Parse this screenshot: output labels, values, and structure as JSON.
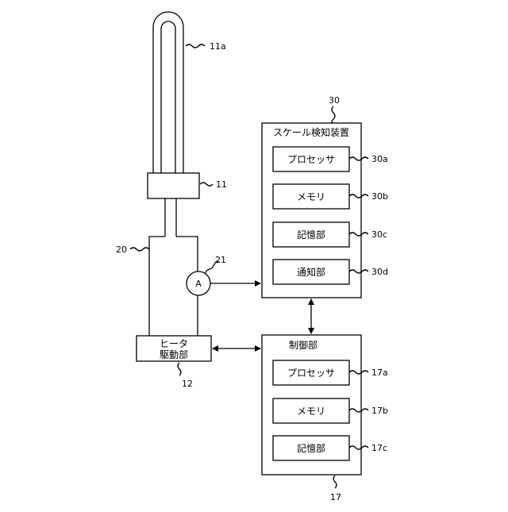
{
  "labels": {
    "heater_tube": "11a",
    "heater_flange": "11",
    "tank": "20",
    "ammeter_ref": "21",
    "ammeter_symbol": "A",
    "heater_driver_ref": "12",
    "scale_device_ref": "30",
    "processor_30_ref": "30a",
    "memory_30_ref": "30b",
    "storage_30_ref": "30c",
    "notify_ref": "30d",
    "control_ref": "17",
    "processor_17_ref": "17a",
    "memory_17_ref": "17b",
    "storage_17_ref": "17c"
  },
  "heater_driver": {
    "line1": "ヒータ",
    "line2": "駆動部"
  },
  "scale_device": {
    "title": "スケール検知装置",
    "items": [
      "プロセッサ",
      "メモリ",
      "記憶部",
      "通知部"
    ]
  },
  "control_unit": {
    "title": "制御部",
    "items": [
      "プロセッサ",
      "メモリ",
      "記憶部"
    ]
  }
}
